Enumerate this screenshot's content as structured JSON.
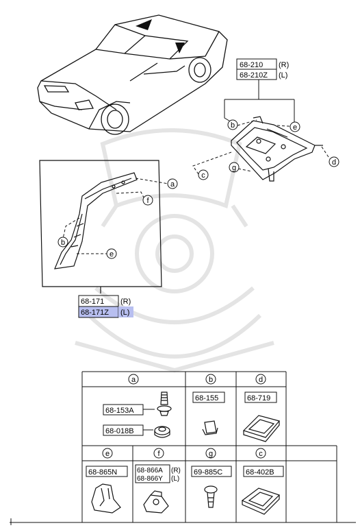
{
  "callouts": {
    "panel_top_part": "68-210",
    "panel_top_r": "(R)",
    "panel_top_part_l": "68-210Z",
    "panel_top_l": "(L)",
    "pillar_part": "68-171",
    "pillar_r": "(R)",
    "pillar_part_l": "68-171Z",
    "pillar_l": "(L)"
  },
  "letters": {
    "a": "a",
    "b": "b",
    "c": "c",
    "d": "d",
    "e": "e",
    "f": "f",
    "g": "g"
  },
  "table": {
    "a_top": "68-153A",
    "a_bottom": "68-018B",
    "b_part": "68-155",
    "d_part": "68-719",
    "e_part": "68-865N",
    "f_part_1": "68-866A",
    "f_part_1_side": "(R)",
    "f_part_2": "68-866Y",
    "f_part_2_side": "(L)",
    "g_part": "69-885C",
    "c_part": "68-402B"
  },
  "colors": {
    "line": "#111111",
    "highlight": "#b8bff0",
    "watermark": "#e6e6e6"
  }
}
